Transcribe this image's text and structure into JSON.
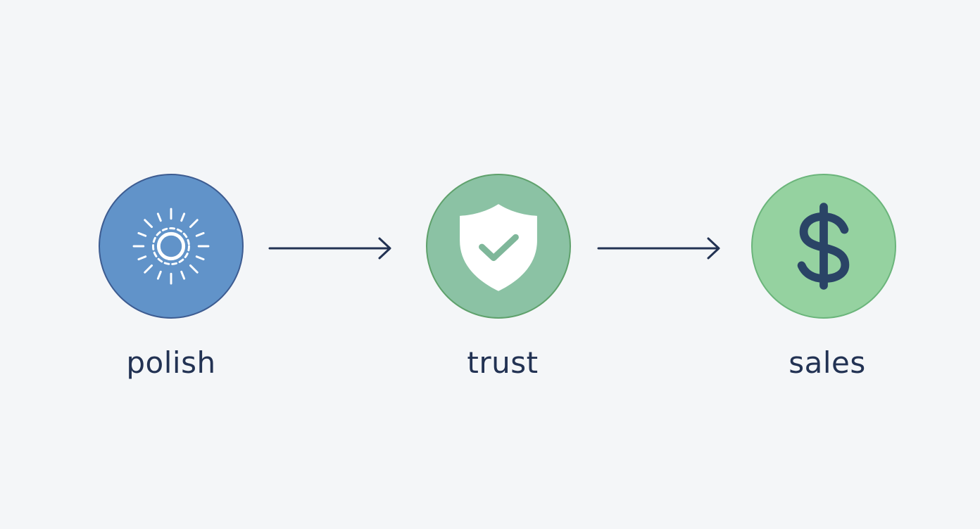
{
  "diagram": {
    "steps": [
      {
        "id": "polish",
        "label": "polish",
        "icon": "sparkle-gear-icon",
        "fill": "#6193c9",
        "stroke": "#3d5c91"
      },
      {
        "id": "trust",
        "label": "trust",
        "icon": "shield-check-icon",
        "fill": "#8bc2a4",
        "stroke": "#5fa16c"
      },
      {
        "id": "sales",
        "label": "sales",
        "icon": "dollar-sign-icon",
        "fill": "#95d2a0",
        "stroke": "#6bb57b"
      }
    ],
    "arrow_color": "#223253",
    "label_color": "#223253",
    "background": "#f4f6f8"
  }
}
